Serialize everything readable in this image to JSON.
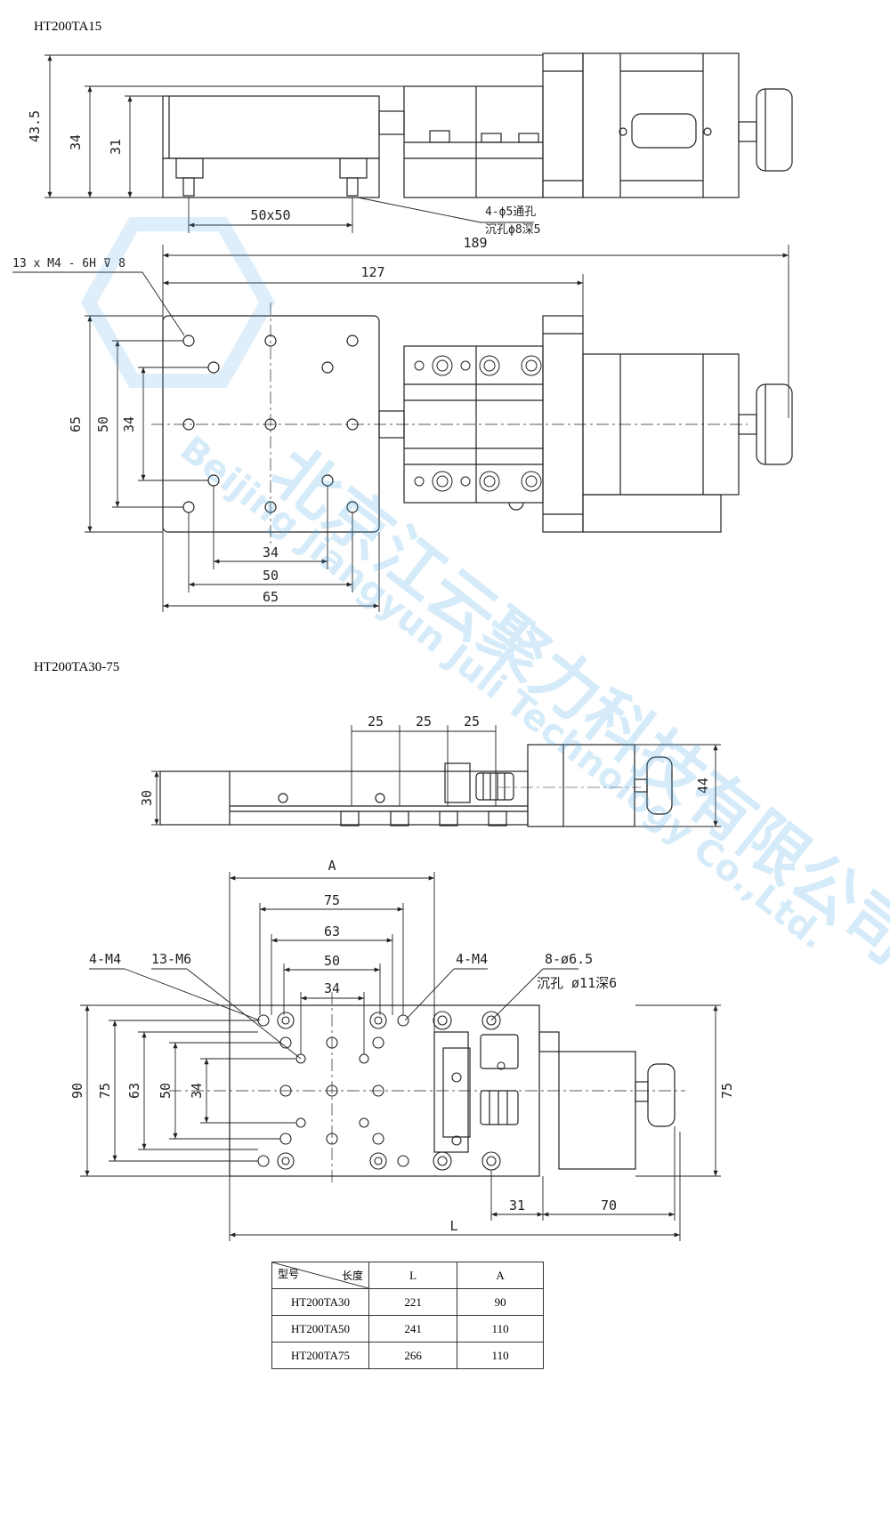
{
  "section1": {
    "title": "HT200TA15",
    "dims": {
      "h_total": "43.5",
      "h_34": "34",
      "h_31": "31",
      "d_50x50": "50x50",
      "note_line1": "4-ϕ5通孔",
      "note_line2": "沉孔ϕ8深5",
      "w_189": "189",
      "w_127": "127",
      "thread": "13 x  M4 - 6H ⊽ 8",
      "v_65": "65",
      "v_50": "50",
      "v_34": "34",
      "b_34": "34",
      "b_50": "50",
      "b_65": "65"
    }
  },
  "section2": {
    "title": "HT200TA30-75",
    "dims": {
      "t25a": "25",
      "t25b": "25",
      "t25c": "25",
      "h30": "30",
      "h44": "44",
      "A": "A",
      "d75": "75",
      "d63": "63",
      "d50": "50",
      "d34": "34",
      "m4_left": "4-M4",
      "m6": "13-M6",
      "m4_right": "4-M4",
      "hole_spec1": "8-ø6.5",
      "hole_spec2": "沉孔 ø11深6",
      "v90": "90",
      "v75": "75",
      "v63": "63",
      "v50": "50",
      "v34": "34",
      "r75": "75",
      "b31": "31",
      "b70": "70",
      "L": "L"
    }
  },
  "watermark": {
    "cn": "北京江云聚力科技有限公司",
    "en": "Beijing Jiangyun Juli Technology Co.,Ltd.",
    "color": "#4aa8e8"
  },
  "table": {
    "header_left": "型号",
    "header_right": "长度",
    "col_L": "L",
    "col_A": "A",
    "rows": [
      {
        "model": "HT200TA30",
        "L": "221",
        "A": "90"
      },
      {
        "model": "HT200TA50",
        "L": "241",
        "A": "110"
      },
      {
        "model": "HT200TA75",
        "L": "266",
        "A": "110"
      }
    ]
  }
}
